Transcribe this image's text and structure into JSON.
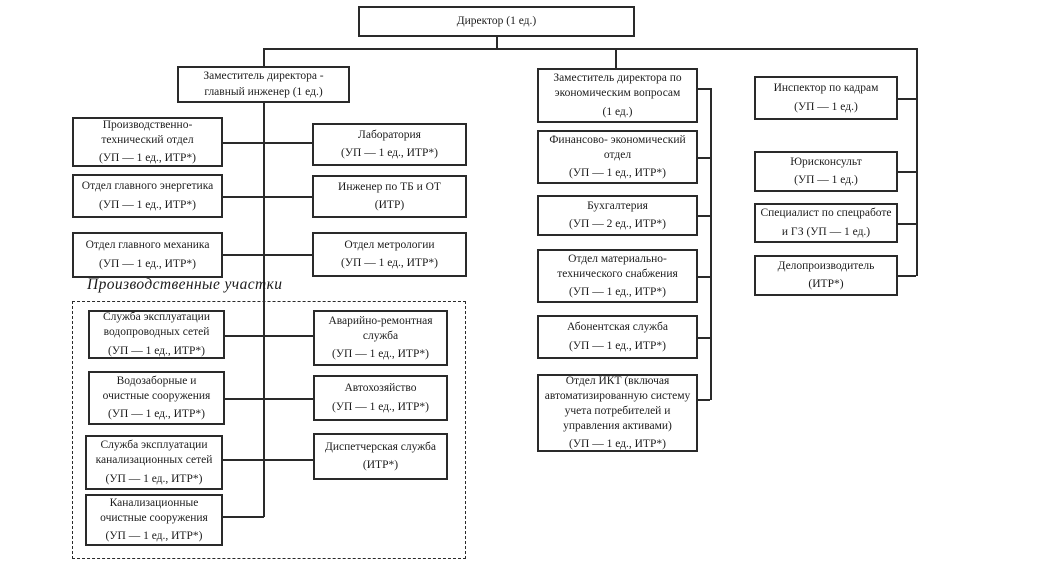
{
  "section_label": "Производственные участки",
  "nodes": {
    "director": {
      "title": "Директор (1 ед.)",
      "staff": ""
    },
    "dep_engineer": {
      "title": "Заместитель директора - главный инженер (1 ед.)",
      "staff": ""
    },
    "dep_econ": {
      "title": "Заместитель директора по экономическим вопросам",
      "staff": "(1 ед.)"
    },
    "inspector": {
      "title": "Инспектор по кадрам",
      "staff": "(УП — 1 ед.)"
    },
    "legal": {
      "title": "Юрисконсульт",
      "staff": "(УП — 1 ед.)"
    },
    "special": {
      "title": "Специалист по спецработе",
      "staff": "и ГЗ (УП — 1 ед.)"
    },
    "clerk": {
      "title": "Делопроизводитель",
      "staff": "(ИТР*)"
    },
    "prod_tech": {
      "title": "Производственно-технический отдел",
      "staff": "(УП — 1 ед., ИТР*)"
    },
    "energy": {
      "title": "Отдел главного энергетика",
      "staff": "(УП — 1 ед., ИТР*)"
    },
    "mechanic": {
      "title": "Отдел главного механика",
      "staff": "(УП — 1 ед., ИТР*)"
    },
    "lab": {
      "title": "Лаборатория",
      "staff": "(УП — 1 ед., ИТР*)"
    },
    "safety": {
      "title": "Инженер по ТБ и ОТ",
      "staff": "(ИТР)"
    },
    "metrology": {
      "title": "Отдел метрологии",
      "staff": "(УП — 1 ед., ИТР*)"
    },
    "fin_econ": {
      "title": "Финансово- экономический отдел",
      "staff": "(УП — 1 ед., ИТР*)"
    },
    "accounting": {
      "title": "Бухгалтерия",
      "staff": "(УП — 2 ед., ИТР*)"
    },
    "supply": {
      "title": "Отдел материально-технического снабжения",
      "staff": "(УП — 1 ед., ИТР*)"
    },
    "abonent": {
      "title": "Абонентская служба",
      "staff": "(УП — 1 ед., ИТР*)"
    },
    "ikt": {
      "title": "Отдел ИКТ (включая автоматизированную систему учета потребителей и управления активами)",
      "staff": "(УП — 1 ед., ИТР*)"
    },
    "water_nets": {
      "title": "Служба эксплуатации водопроводных сетей",
      "staff": "(УП — 1 ед., ИТР*)"
    },
    "water_fac": {
      "title": "Водозаборные и очистные сооружения",
      "staff": "(УП — 1 ед., ИТР*)"
    },
    "sewer_nets": {
      "title": "Служба эксплуатации канализационных сетей",
      "staff": "(УП — 1 ед., ИТР*)"
    },
    "sewer_fac": {
      "title": "Канализационные очистные сооружения",
      "staff": "(УП — 1 ед., ИТР*)"
    },
    "emergency": {
      "title": "Аварийно-ремонтная служба",
      "staff": "(УП — 1 ед., ИТР*)"
    },
    "auto": {
      "title": "Автохозяйство",
      "staff": "(УП — 1 ед., ИТР*)"
    },
    "dispatch": {
      "title": "Диспетчерская служба",
      "staff": "(ИТР*)"
    }
  }
}
